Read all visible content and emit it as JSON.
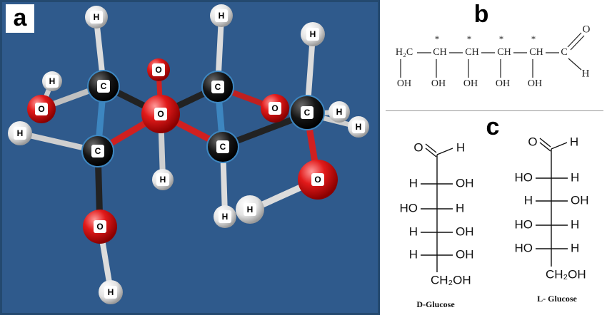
{
  "panel_a": {
    "letter": "a",
    "atom_labels": {
      "carbon": "C",
      "oxygen": "O",
      "hydrogen": "H"
    },
    "colors": {
      "background": "#2f5a8c",
      "carbon": "#151515",
      "oxygen": "#e11a1a",
      "hydrogen": "#e8e8e8"
    }
  },
  "panel_b": {
    "letter": "b",
    "chain": [
      "H₂C",
      "CH",
      "CH",
      "CH",
      "CH",
      "C"
    ],
    "stars": [
      "*",
      "*",
      "*",
      "*"
    ],
    "hydroxyls": [
      "OH",
      "OH",
      "OH",
      "OH",
      "OH"
    ],
    "aldehyde_o": "O",
    "aldehyde_h": "H"
  },
  "panel_c": {
    "letter": "c",
    "d_glucose": {
      "top": "O",
      "top_h": "H",
      "rows": [
        {
          "left": "H",
          "right": "OH"
        },
        {
          "left": "HO",
          "right": "H"
        },
        {
          "left": "H",
          "right": "OH"
        },
        {
          "left": "H",
          "right": "OH"
        }
      ],
      "bottom": "CH₂OH",
      "caption": "D-Glucose"
    },
    "l_glucose": {
      "top": "O",
      "top_h": "H",
      "rows": [
        {
          "left": "HO",
          "right": "H"
        },
        {
          "left": "H",
          "right": "OH"
        },
        {
          "left": "HO",
          "right": "H"
        },
        {
          "left": "HO",
          "right": "H"
        }
      ],
      "bottom": "CH₂OH",
      "caption": "L- Glucose"
    }
  }
}
